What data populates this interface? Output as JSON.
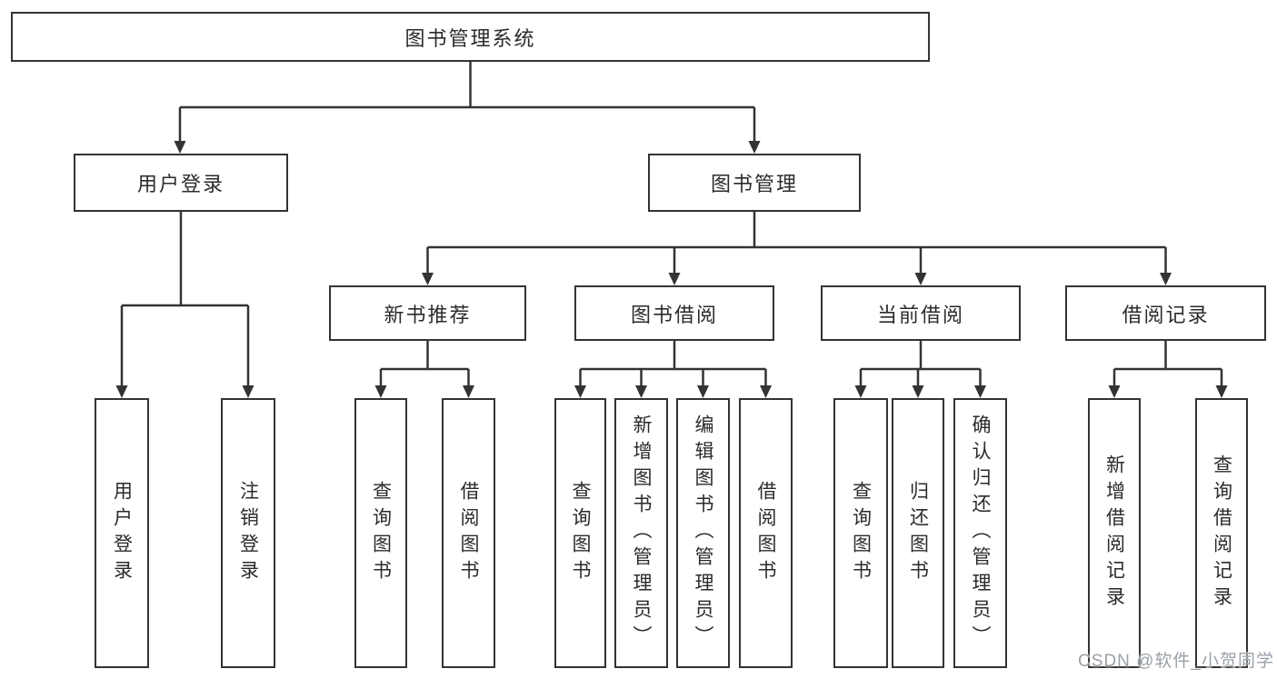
{
  "diagram": {
    "root": {
      "label": "图书管理系统"
    },
    "branches": [
      {
        "label": "用户登录",
        "children": [
          {
            "label": "用户登录"
          },
          {
            "label": "注销登录"
          }
        ]
      },
      {
        "label": "图书管理",
        "children": [
          {
            "label": "新书推荐",
            "children": [
              {
                "label": "查询图书"
              },
              {
                "label": "借阅图书"
              }
            ]
          },
          {
            "label": "图书借阅",
            "children": [
              {
                "label": "查询图书"
              },
              {
                "label": "新增图书（管理员）"
              },
              {
                "label": "编辑图书（管理员）"
              },
              {
                "label": "借阅图书"
              }
            ]
          },
          {
            "label": "当前借阅",
            "children": [
              {
                "label": "查询图书"
              },
              {
                "label": "归还图书"
              },
              {
                "label": "确认归还（管理员）"
              }
            ]
          },
          {
            "label": "借阅记录",
            "children": [
              {
                "label": "新增借阅记录"
              },
              {
                "label": "查询借阅记录"
              }
            ]
          }
        ]
      }
    ]
  },
  "watermark": {
    "text": "CSDN @软件_小贺同学"
  },
  "colors": {
    "line": "#333333",
    "text": "#2b2b2b",
    "background": "#ffffff",
    "watermark": "#9aa0a8"
  }
}
